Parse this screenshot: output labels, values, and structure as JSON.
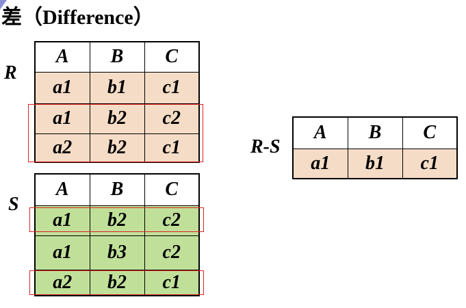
{
  "slide": {
    "title_zh": "差",
    "title_en": "（Difference）"
  },
  "relations": {
    "R": {
      "label": "R",
      "columns": [
        "A",
        "B",
        "C"
      ],
      "rows": [
        [
          "a1",
          "b1",
          "c1"
        ],
        [
          "a1",
          "b2",
          "c2"
        ],
        [
          "a2",
          "b2",
          "c1"
        ]
      ],
      "highlighted_rows": [
        1,
        2
      ]
    },
    "S": {
      "label": "S",
      "columns": [
        "A",
        "B",
        "C"
      ],
      "rows": [
        [
          "a1",
          "b2",
          "c2"
        ],
        [
          "a1",
          "b3",
          "c2"
        ],
        [
          "a2",
          "b2",
          "c1"
        ]
      ],
      "highlighted_rows": [
        0,
        2
      ]
    },
    "RS": {
      "label": "R-S",
      "columns": [
        "A",
        "B",
        "C"
      ],
      "rows": [
        [
          "a1",
          "b1",
          "c1"
        ]
      ]
    }
  },
  "colors": {
    "R_fill": "#f5dcc6",
    "S_fill": "#c0e09a",
    "RS_fill": "#f5dcc6",
    "highlight_border": "#e02020"
  }
}
